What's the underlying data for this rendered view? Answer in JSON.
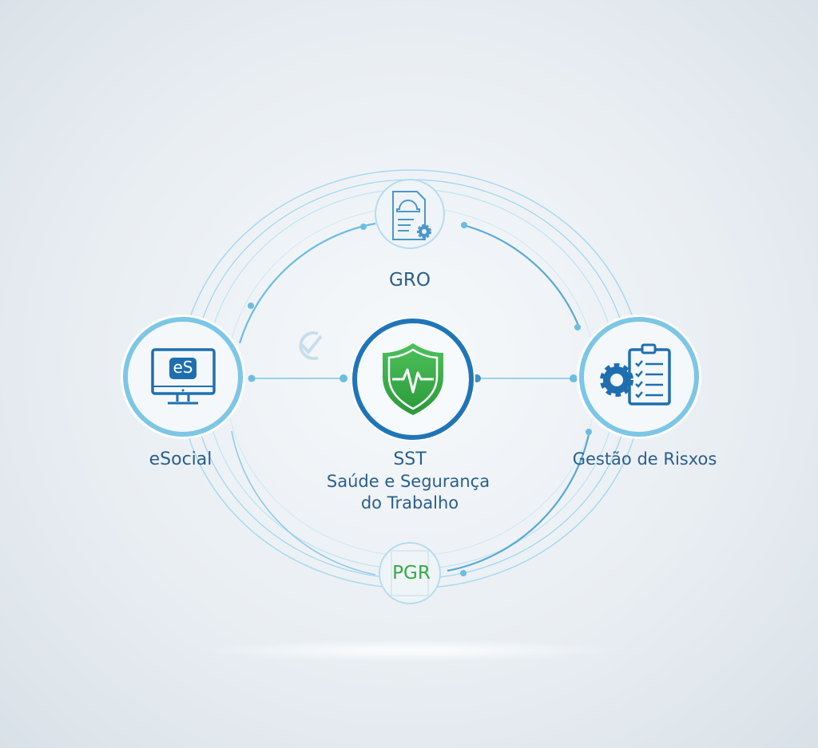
{
  "center": {
    "title": "SST",
    "subtitle_line1": "Saúde e Segurança",
    "subtitle_line2": "do Trabalho",
    "icon": "shield-heartbeat-icon"
  },
  "nodes": [
    {
      "label": "GRO",
      "icon": "document-helmet-gear-icon"
    },
    {
      "label": "eSocial",
      "icon": "monitor-icon",
      "badge": "eS"
    },
    {
      "label": "Gestão de Risxos",
      "icon": "gear-checklist-icon"
    },
    {
      "label": "PGR",
      "icon": "document-icon"
    }
  ],
  "colors": {
    "primary": "#1f6fb0",
    "ring": "#7cc6e6",
    "green": "#3aa845",
    "text": "#2a5f8c"
  }
}
